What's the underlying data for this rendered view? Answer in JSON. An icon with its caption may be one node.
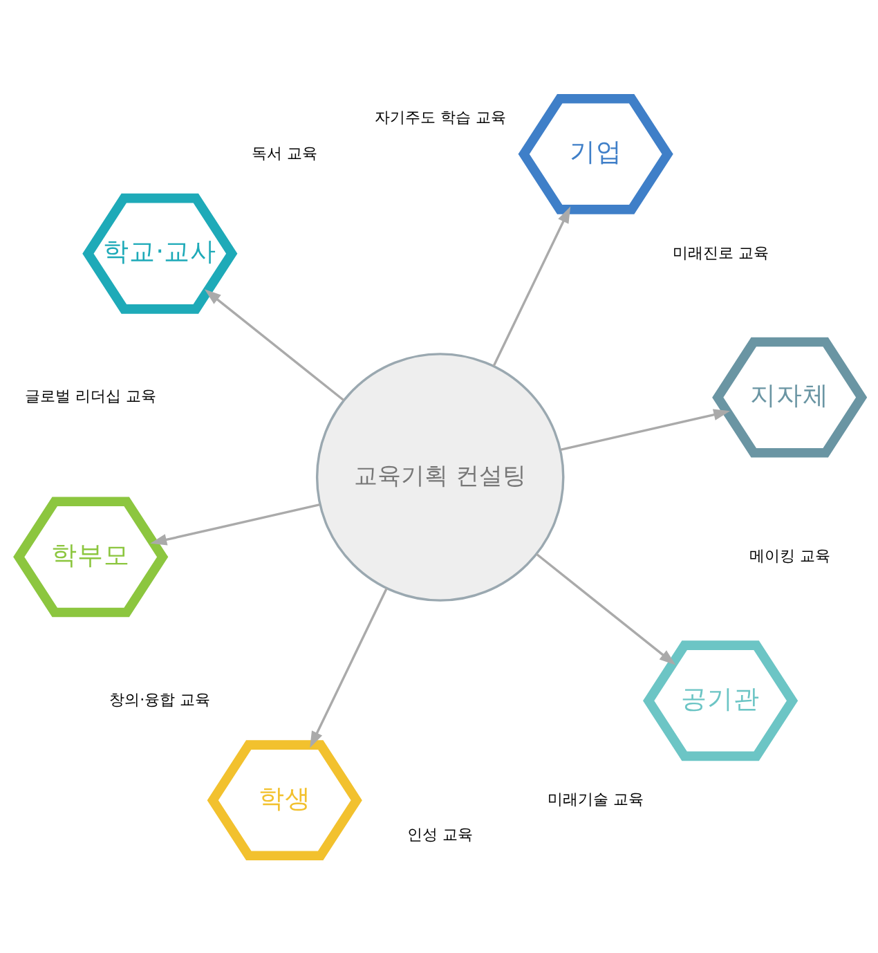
{
  "diagram": {
    "nodes": [
      {
        "text": [
          "교육기획 컨설팅"
        ]
      },
      {
        "text": [
          "지자체"
        ]
      },
      {
        "text": [
          "기업"
        ]
      },
      {
        "text": [
          "학교·교사"
        ]
      },
      {
        "text": [
          "학부모"
        ]
      },
      {
        "text": [
          "학생"
        ]
      },
      {
        "text": [
          "공기관"
        ]
      }
    ],
    "edges": [
      {
        "from": 0,
        "to": 1,
        "arrow": "to"
      },
      {
        "from": 0,
        "to": 2,
        "arrow": "to"
      },
      {
        "from": 0,
        "to": 3,
        "arrow": "to"
      },
      {
        "from": 0,
        "to": 4,
        "arrow": "to"
      },
      {
        "from": 0,
        "to": 5,
        "arrow": "to"
      },
      {
        "from": 0,
        "to": 6,
        "arrow": "to"
      }
    ],
    "labels": [
      "메이킹 교육",
      "미래진로 교육",
      "미래기술 교육",
      "자기주도 학습 교육",
      "인성 교육",
      "독서 교육",
      "창의·융합 교육",
      "글로벌 리더십 교육"
    ]
  }
}
